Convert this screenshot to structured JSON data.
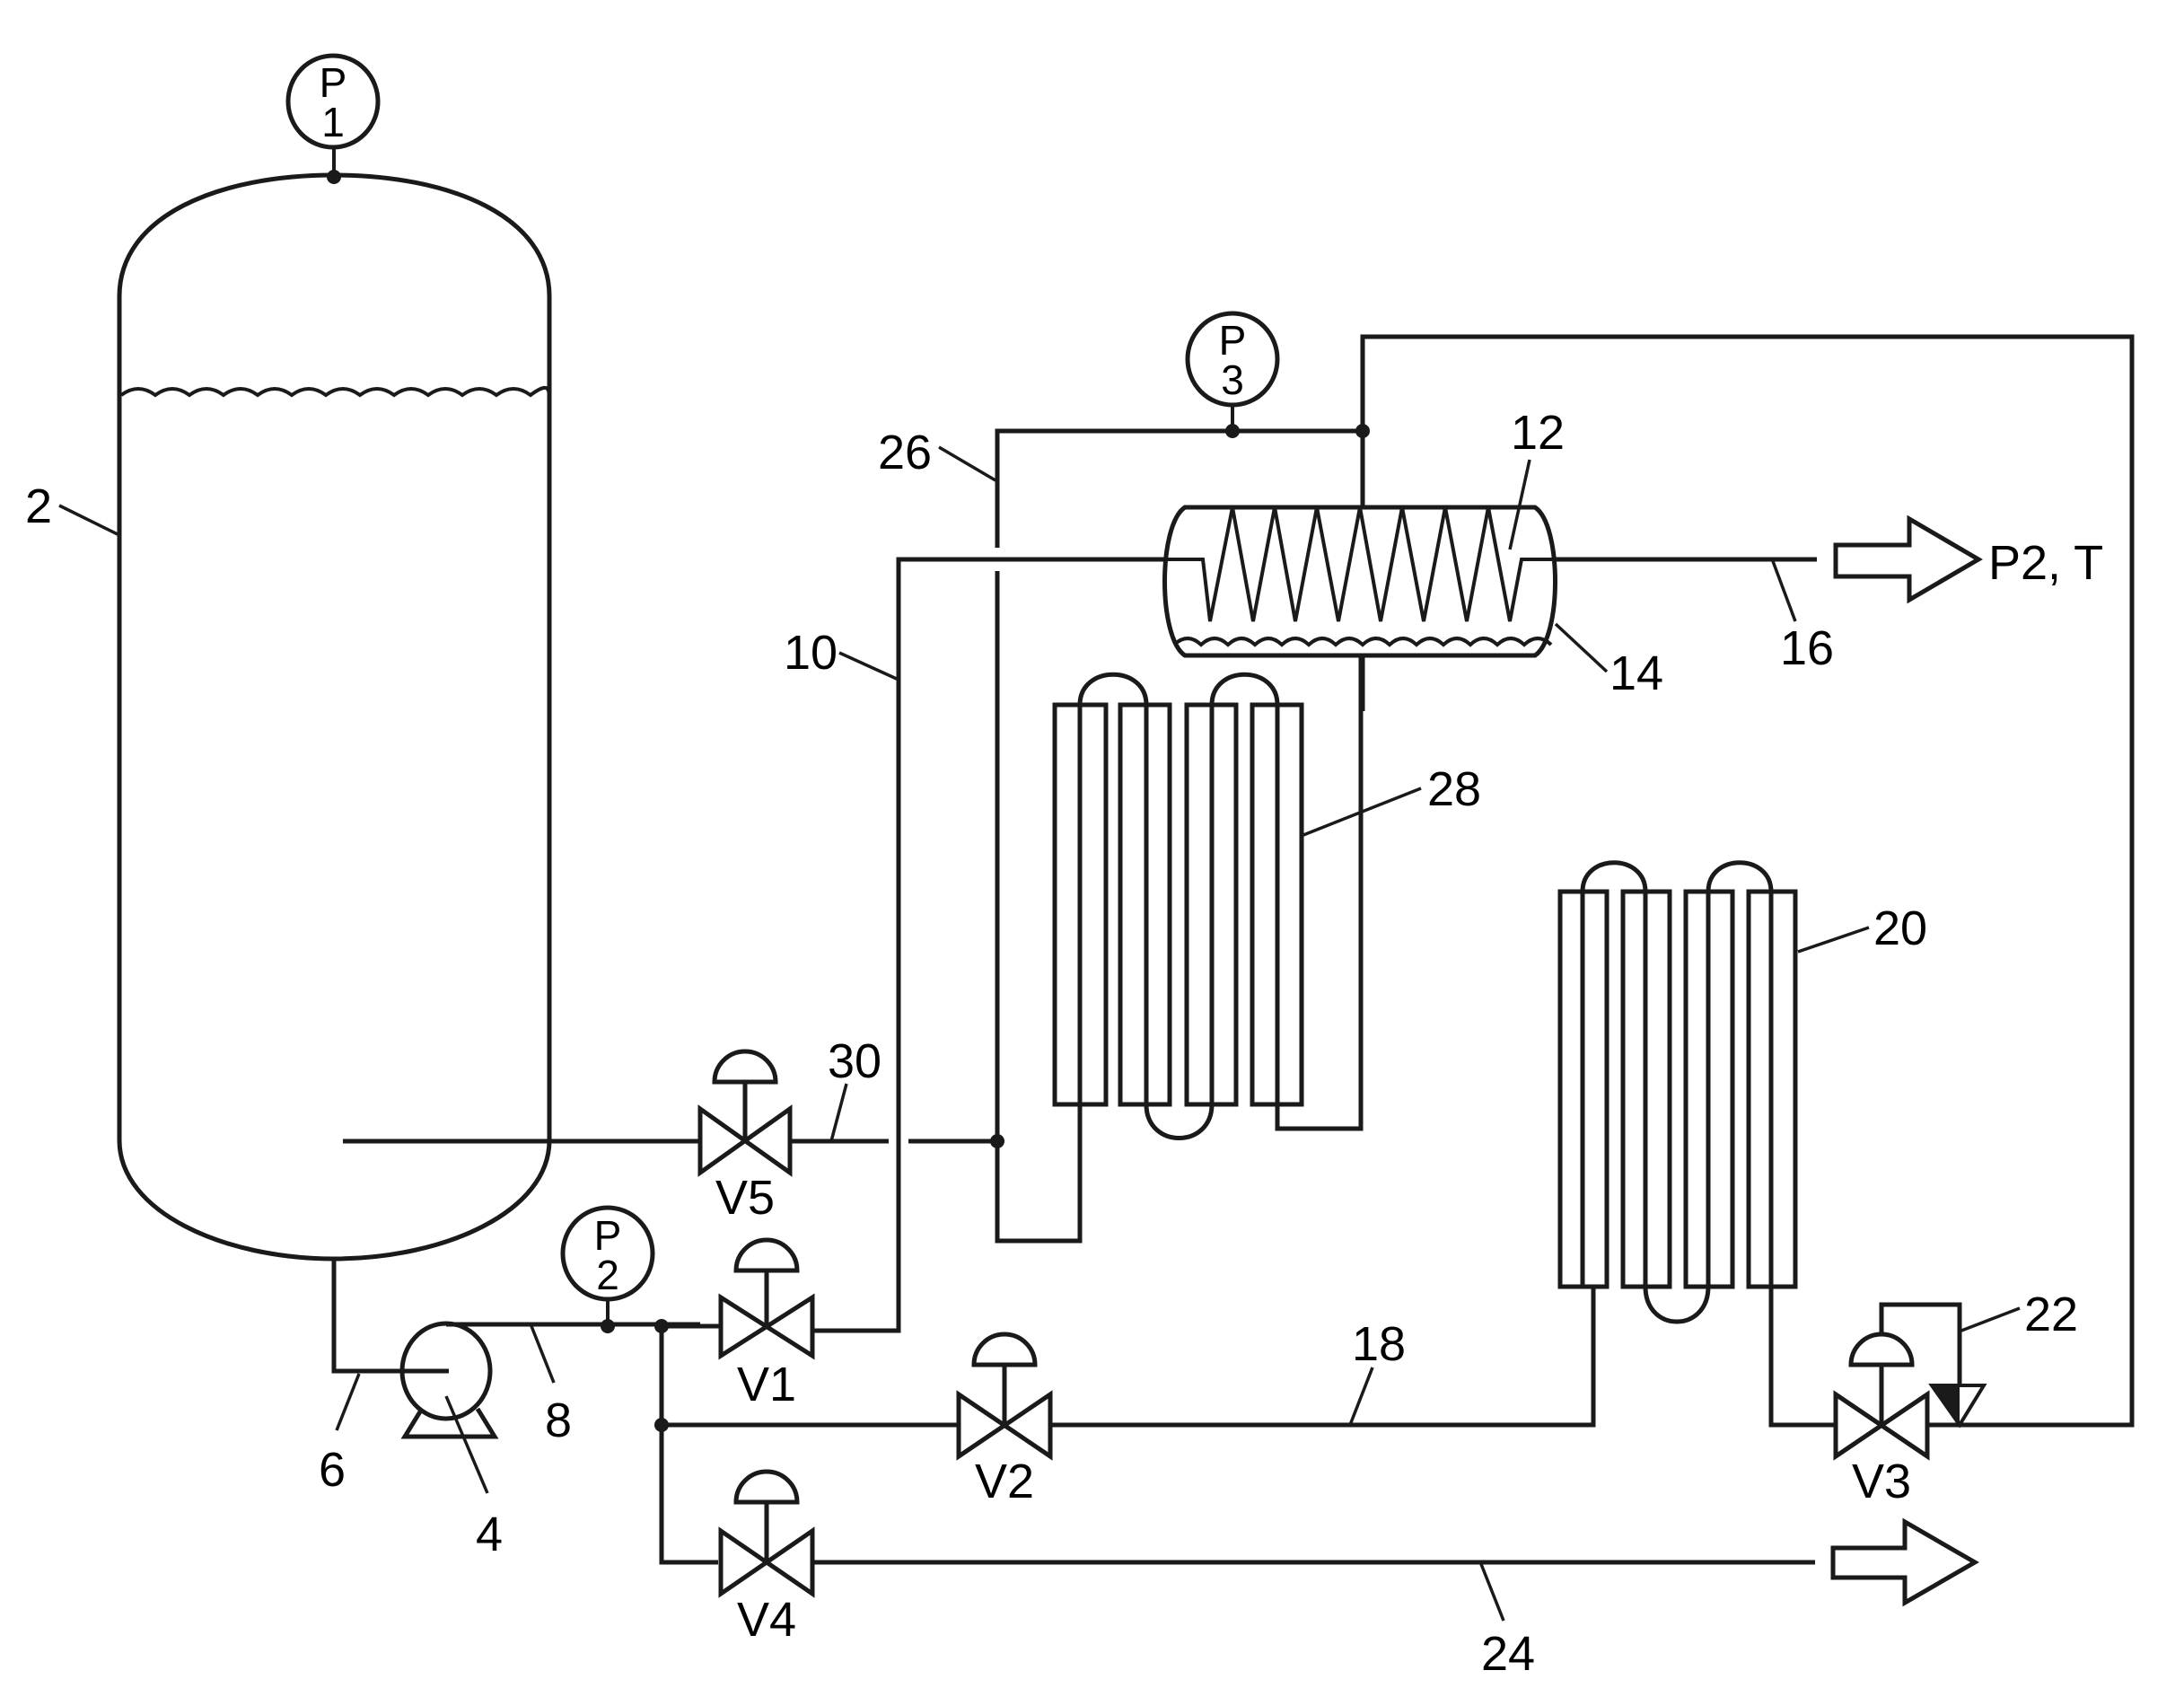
{
  "diagram": {
    "type": "process-flow-schematic",
    "colors": {
      "line": "#1a1a1a",
      "background": "#ffffff"
    },
    "instruments": [
      {
        "id": "P1",
        "letter": "P",
        "number": "1"
      },
      {
        "id": "P2",
        "letter": "P",
        "number": "2"
      },
      {
        "id": "P3",
        "letter": "P",
        "number": "3"
      }
    ],
    "valves": [
      {
        "id": "V1",
        "label": "V1"
      },
      {
        "id": "V2",
        "label": "V2"
      },
      {
        "id": "V3",
        "label": "V3"
      },
      {
        "id": "V4",
        "label": "V4"
      },
      {
        "id": "V5",
        "label": "V5"
      }
    ],
    "reference_numerals": {
      "tank": "2",
      "pump": "4",
      "line_6": "6",
      "line_8": "8",
      "line_10": "10",
      "coil_12": "12",
      "vessel_14": "14",
      "line_16": "16",
      "line_18": "18",
      "heater_20": "20",
      "regulator_22": "22",
      "line_24": "24",
      "line_26": "26",
      "heater_28": "28",
      "line_30": "30"
    },
    "outputs": {
      "product_label": "P2, T"
    }
  }
}
